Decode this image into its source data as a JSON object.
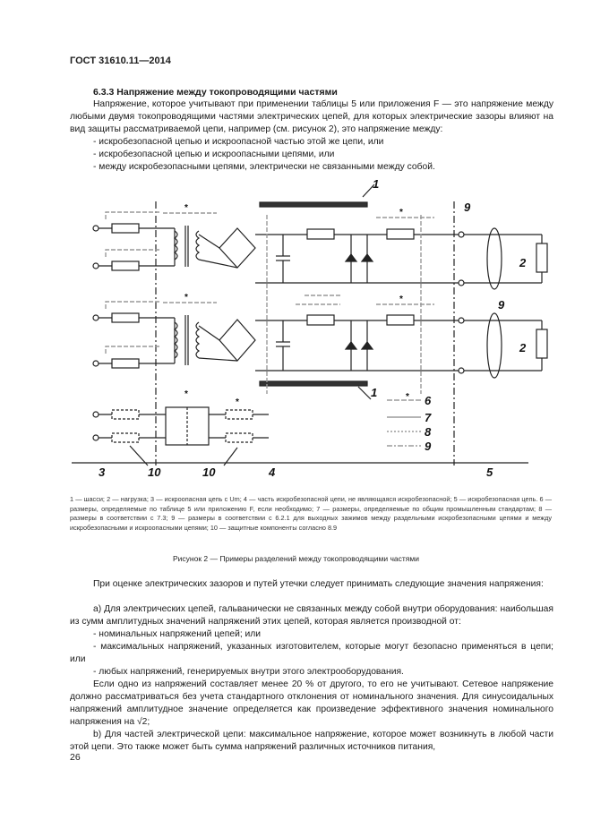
{
  "header": {
    "standard": "ГОСТ 31610.11—2014"
  },
  "section": {
    "title": "6.3.3 Напряжение между токопроводящими частями",
    "intro": "Напряжение, которое учитывают при применении таблицы 5 или приложения F — это напряжение между любыми двумя токопроводящими частями электрических цепей, для которых электрические зазоры влияют на вид защиты рассматриваемой цепи, например (см. рисунок 2), это напряжение между:",
    "items": [
      "- искробезопасной цепью и искроопасной частью этой же цепи, или",
      "- искробезопасной цепью и искроопасными цепями, или",
      "- между искробезопасными цепями, электрически не связанными между собой."
    ]
  },
  "figure": {
    "labels": {
      "n1": "1",
      "n2": "2",
      "n3": "3",
      "n4": "4",
      "n5": "5",
      "n6": "6",
      "n7": "7",
      "n8": "8",
      "n9": "9",
      "n10": "10",
      "star": "*"
    },
    "legend": "1 — шасси; 2 — нагрузка; 3 — искроопасная цепь с Um; 4 — часть искробезопасной цепи, не являющаяся искробезопасной; 5 — искробезопасная цепь. 6 — размеры, определяемые по таблице 5 или приложению F, если необходимо; 7 — размеры, определяемые по общим промышленным стандартам; 8 — размеры в соответствии с 7.3; 9 — размеры в соответствии с 6.2.1 для выходных зажимов между раздельными искробезопасными цепями и между искробезопасными и искроопасными цепями; 10 — защитные компоненты согласно 8.9",
    "caption": "Рисунок 2 — Примеры разделений между токопроводящими частями"
  },
  "body": {
    "p1": "При оценке электрических зазоров и путей утечки следует принимать следующие значения напряжения:",
    "p2": "а) Для электрических цепей, гальванически не связанных между собой внутри оборудования: наибольшая из сумм амплитудных значений напряжений этих цепей, которая является производной от:",
    "l1": "- номинальных напряжений цепей; или",
    "l2": "- максимальных напряжений, указанных изготовителем, которые могут безопасно применяться в цепи; или",
    "l3": "- любых напряжений, генерируемых внутри этого электрооборудования.",
    "p3": "Если одно из напряжений составляет менее 20 % от другого, то его не учитывают. Сетевое напряжение должно рассматриваться без учета стандартного отклонения от номинального значения. Для синусоидальных напряжений амплитудное значение определяется как произведение эффективного значения номинального напряжения на √2;",
    "p4": "b) Для частей электрической цепи: максимальное напряжение, которое может возникнуть в любой части этой цепи. Это также может быть сумма напряжений различных источников питания,"
  },
  "page_number": "26"
}
